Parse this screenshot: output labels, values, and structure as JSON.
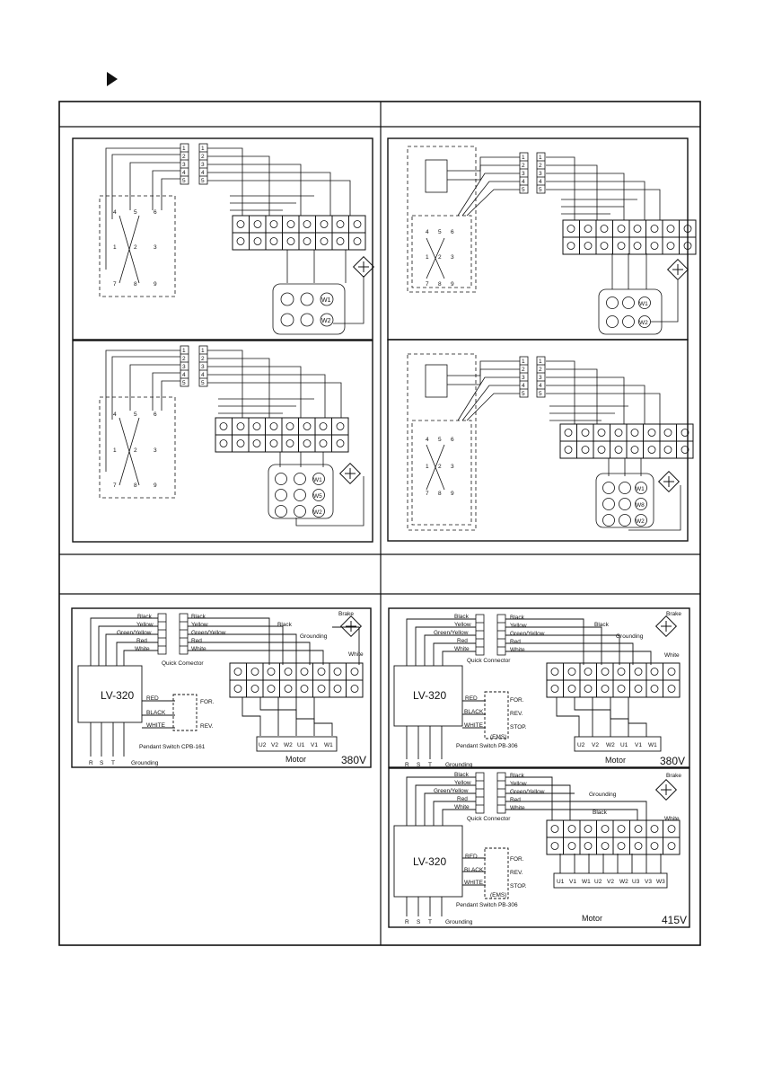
{
  "lv": "LV-320",
  "motor": "Motor",
  "brake": "Brake",
  "white": "White",
  "black": "Black",
  "grounding": "Grounding",
  "quick_connector": "Quick Connector",
  "quick_comector": "Quick  Comector",
  "colors": [
    "Black",
    "Yellow",
    "Green/Yellow",
    "Red",
    "White"
  ],
  "nums": [
    "1",
    "2",
    "3",
    "4",
    "5"
  ],
  "relay_left": [
    "4",
    "5",
    "6",
    "1",
    "2",
    "3",
    "7",
    "8",
    "9"
  ],
  "wires": {
    "red": "RED",
    "black": "BLACK",
    "white": "WHITE"
  },
  "fwd": "FOR.",
  "rev": "REV.",
  "stop": "STOP.",
  "ems": "(EMS)",
  "r": "R",
  "s": "S",
  "t": "T",
  "pendant_161": "Pendant Switch CPB-161",
  "pendant_306": "Pendant Switch PB-306",
  "v380": "380V",
  "v415": "415V",
  "terms_380": [
    "U2",
    "V2",
    "W2",
    "U1",
    "V1",
    "W1"
  ],
  "terms_415": [
    "U1",
    "V1",
    "W1",
    "U2",
    "V2",
    "W2",
    "U3",
    "V3",
    "W3"
  ],
  "w_labels": [
    "W1",
    "W2",
    "W5",
    "W8"
  ]
}
